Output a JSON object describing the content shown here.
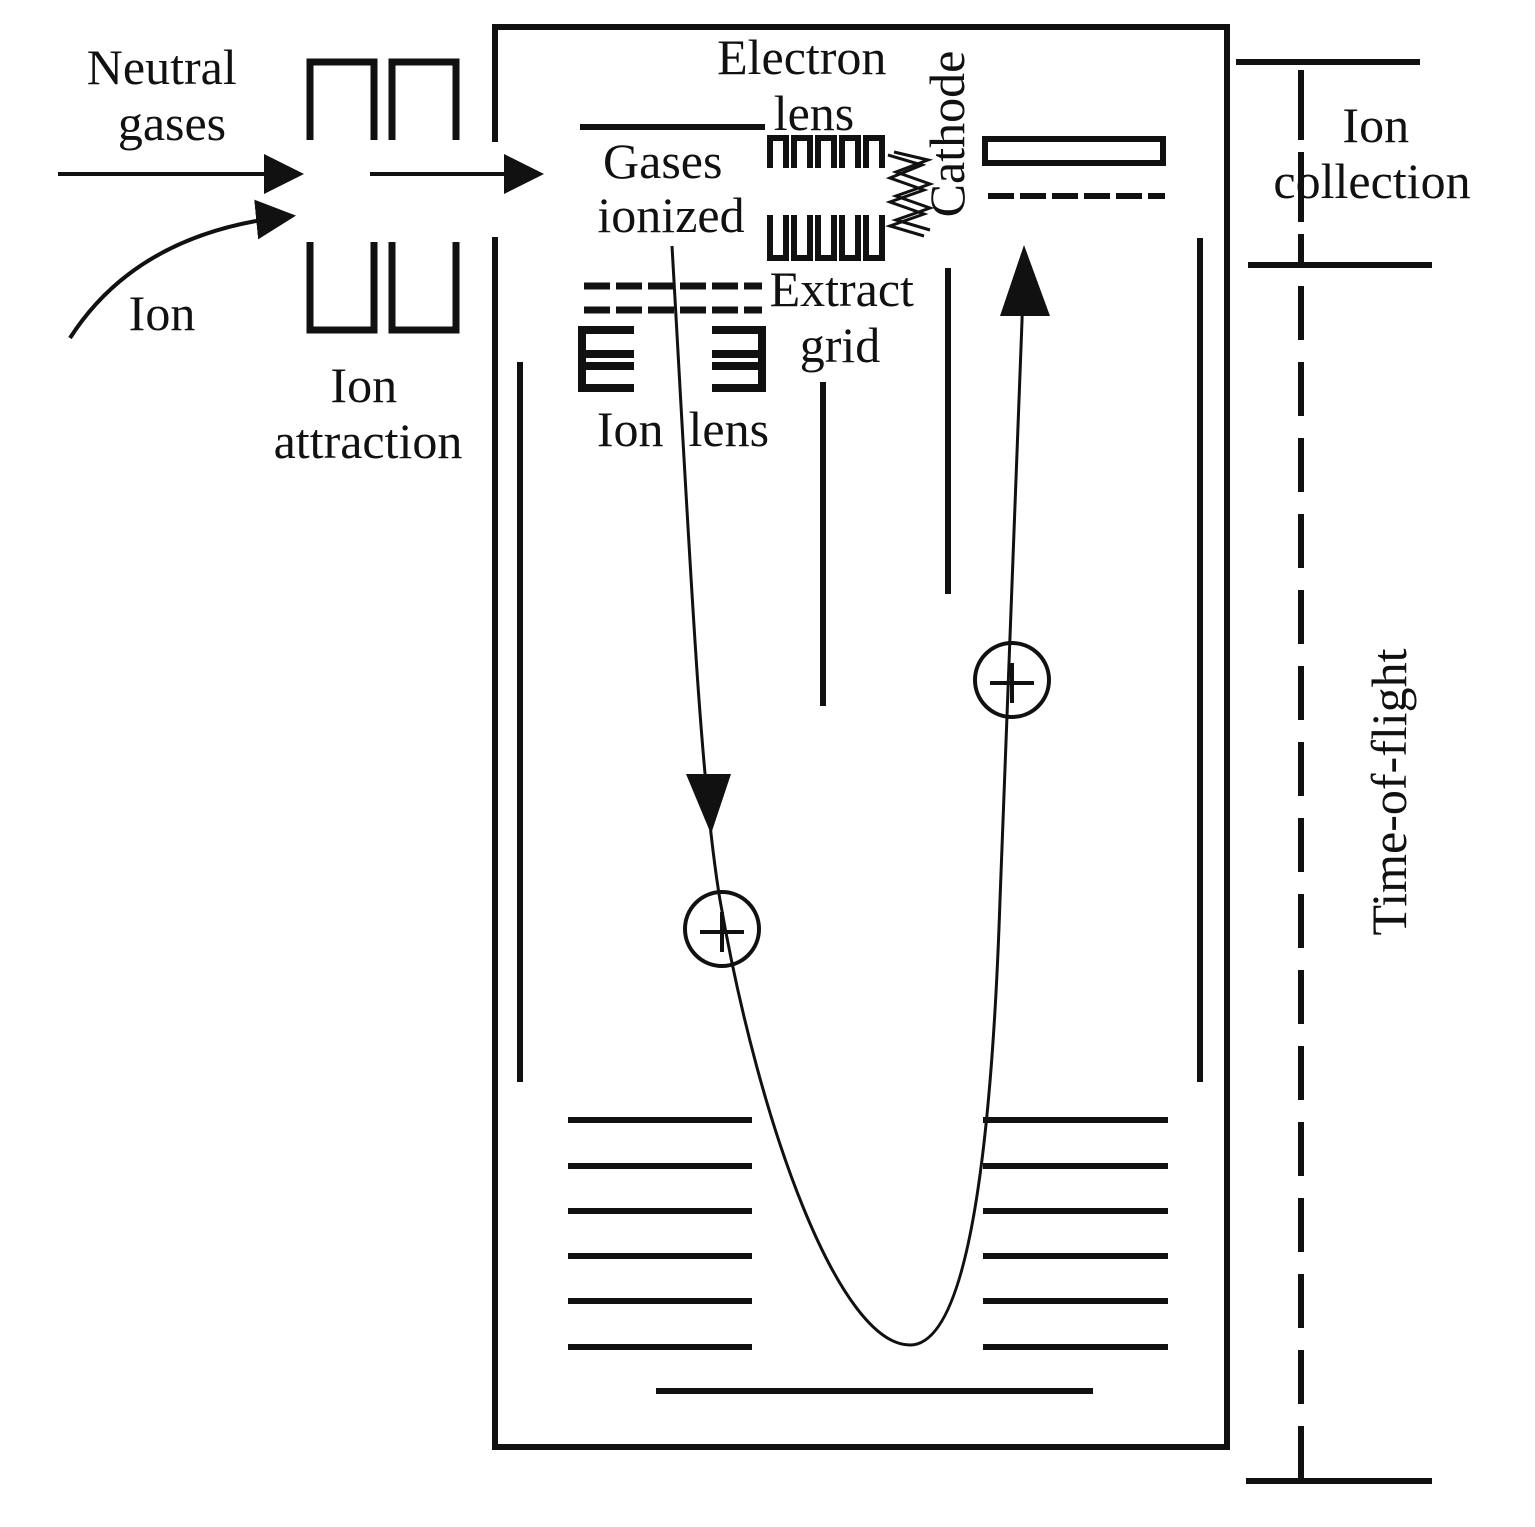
{
  "labels": {
    "neutral_gases": [
      "Neutral",
      "gases"
    ],
    "ion": "Ion",
    "ion_attraction": [
      "Ion",
      "attraction"
    ],
    "electron_lens": [
      "Electron",
      "lens"
    ],
    "cathode": "Cathode",
    "gases_ionized": [
      "Gases",
      "ionized"
    ],
    "extract_grid": [
      "Extract",
      "grid"
    ],
    "ion_lens": "Ion  lens",
    "ion_collection": [
      "Ion",
      "collection"
    ],
    "time_of_flight": "Time-of-flight"
  },
  "colors": {
    "ink": "#111111",
    "background": "#ffffff"
  }
}
